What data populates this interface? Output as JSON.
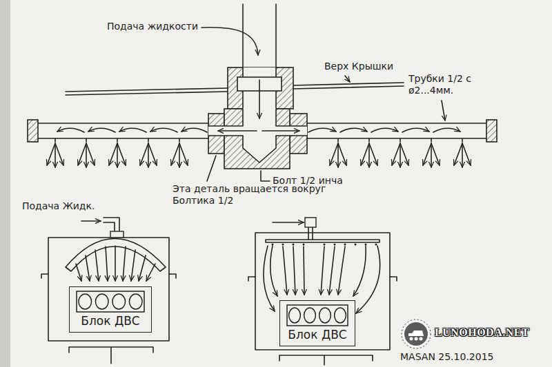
{
  "diagram": {
    "nodes": [
      {
        "text": [
          "Блок ДВС"
        ]
      },
      {
        "text": [
          "Блок ДВС"
        ]
      }
    ],
    "labels": [
      "Подача жидкости",
      "Верх Крышки",
      "Трубки 1/2 с ø2...4мм.",
      "Болт 1/2 инча",
      "Эта деталь вращается вокруг Болтика 1/2",
      "Подача Жидк.",
      "MASAN 25.10.2015",
      "LUNOHODA.NET"
    ]
  }
}
